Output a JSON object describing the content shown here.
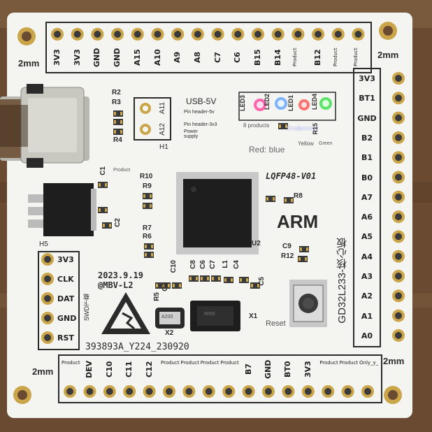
{
  "board": {
    "size_left": "2mm",
    "size_right": "2mm",
    "size_bottom_left": "2mm",
    "size_bottom_right": "2mm",
    "top_pins": [
      "3V3",
      "3V3",
      "GND",
      "GND",
      "A15",
      "A10",
      "A9",
      "A8",
      "C7",
      "C6",
      "B15",
      "B14",
      "Product",
      "B12",
      "Product",
      "Product"
    ],
    "right_pins": [
      "3V3",
      "BT1",
      "GND",
      "B2",
      "B1",
      "B0",
      "A7",
      "A6",
      "A5",
      "A4",
      "A3",
      "A2",
      "A1",
      "A0"
    ],
    "bottom_pins": [
      "Product",
      "DEV",
      "C10",
      "C11",
      "C12",
      "Product",
      "Product",
      "Product",
      "Product",
      "B7",
      "GND",
      "BT0",
      "3V3",
      "Product",
      "Product",
      "Only_y_"
    ],
    "swd_pins": [
      "3V3",
      "CLK",
      "DAT",
      "GND",
      "RST"
    ],
    "usb_label": "USB-5V",
    "pin_header_5v": "Pin header-5v",
    "pin_header_3v3": "Pin header-3v3",
    "power_supply": "Power supply",
    "h1_pins": [
      "A11",
      "A12"
    ],
    "h1": "H1",
    "h5": "H5",
    "leds": [
      "LED3",
      "LED2",
      "LED1",
      "LED4"
    ],
    "led_overlay_1": "8 products",
    "led_overlay_2": "Three",
    "led_overlay_3": "Painting",
    "led_overlay_4": "Yellow",
    "led_overlay_5": "Green",
    "red_blue": "Red: blue",
    "r15": "R15",
    "chip_name": "LQFP48-V01",
    "chip_ref": "U2",
    "r8": "R8",
    "arm_logo": "ARM",
    "r2": "R2",
    "r3": "R3",
    "r4": "R4",
    "c1": "C1",
    "c1_overlay": "Product",
    "c2": "C2",
    "r10": "R10",
    "r9": "R9",
    "r7": "R7",
    "r6": "R6",
    "date": "2023.9.19",
    "version": "@MBV-L2",
    "swd_label": "SWD下载",
    "caps_row": [
      "C10",
      "C8",
      "C6",
      "C7",
      "L1",
      "C4"
    ],
    "c3": "C3",
    "r5": "R5",
    "c5": "C5",
    "x1": "X1",
    "x2": "X2",
    "c9": "C9",
    "r12": "R12",
    "reset": "Reset",
    "board_title": "GD32L233-核心板",
    "serial": "393893A_Y224_230920",
    "crystal_text": "A200",
    "reg_text": "5000"
  },
  "colors": {
    "pcb": "#f4f4f0",
    "wood": "#6e5034",
    "silk": "#2b2b2b",
    "chip": "#1e1e1e",
    "gold": "#caa54a"
  }
}
